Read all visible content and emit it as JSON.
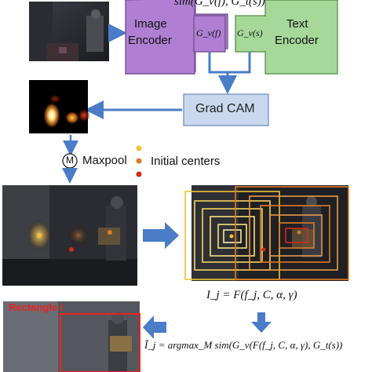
{
  "top_formula": "sim(G_v(f), G_t(s))",
  "image_encoder": {
    "line1": "Image",
    "line2": "Encoder",
    "output": "G_v(f)",
    "color": "#b07fd3"
  },
  "text_encoder": {
    "line1": "Text",
    "line2": "Encoder",
    "output": "G_v(s)",
    "color": "#a6d89a"
  },
  "grad_cam": {
    "label": "Grad CAM",
    "color": "#c9d8ee"
  },
  "maxpool": {
    "symbol": "M",
    "label": "Maxpool"
  },
  "initial_centers": {
    "label": "Initial centers"
  },
  "formula_ij": "I_j = F(f_j, C, α, γ)",
  "formula_argmax": "Î_j = argmax_M sim(G_v(F(f_j, C, α, γ), G_t(s))",
  "rectangle_label": "Rectangle I",
  "colors": {
    "arrow": "#4a7cc7",
    "rect_red": "#e8231e",
    "center_yellow": "#f2c232",
    "center_orange": "#e07a22",
    "center_red": "#d42a1a"
  }
}
